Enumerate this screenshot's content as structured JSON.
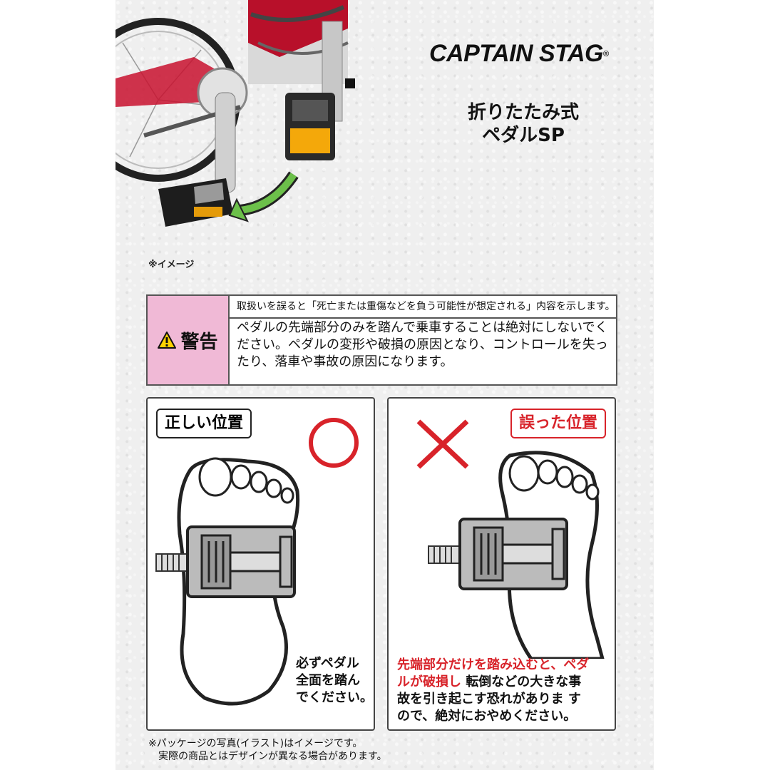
{
  "brand": {
    "name": "CAPTAIN STAG",
    "mark": "®"
  },
  "product": {
    "line1": "折りたたみ式",
    "line2": "ペダルSP"
  },
  "photo_note": "※イメージ",
  "warning": {
    "label": "警告",
    "header": "取扱いを誤ると「死亡または重傷などを負う可能性が想定される」内容を示します。",
    "body": "ペダルの先端部分のみを踏んで乗車することは絶対にしないでください。ペダルの変形や破損の原因となり、コントロールを失ったり、落車や事故の原因になります。"
  },
  "correct": {
    "label": "正しい位置",
    "caption": [
      "必ずペダル",
      "全面を踏ん",
      "でください。"
    ]
  },
  "wrong": {
    "label": "誤った位置",
    "caption_red1": "先端部分だけを踏み込むと、ペダ",
    "caption_red2": "ルが破損し",
    "caption_black2": "転倒などの大きな事",
    "caption_line3": "故を引き起こす恐れがありま す",
    "caption_line4": "ので、絶対におやめください。"
  },
  "footnote": {
    "line1": "※パッケージの写真(イラスト)はイメージです。",
    "line2": "実際の商品とはデザインが異なる場合があります。"
  },
  "colors": {
    "warn_pink": "#f0b9d6",
    "red": "#d8232a",
    "arrow_green": "#6cc04a",
    "bike_red": "#c8102e"
  }
}
